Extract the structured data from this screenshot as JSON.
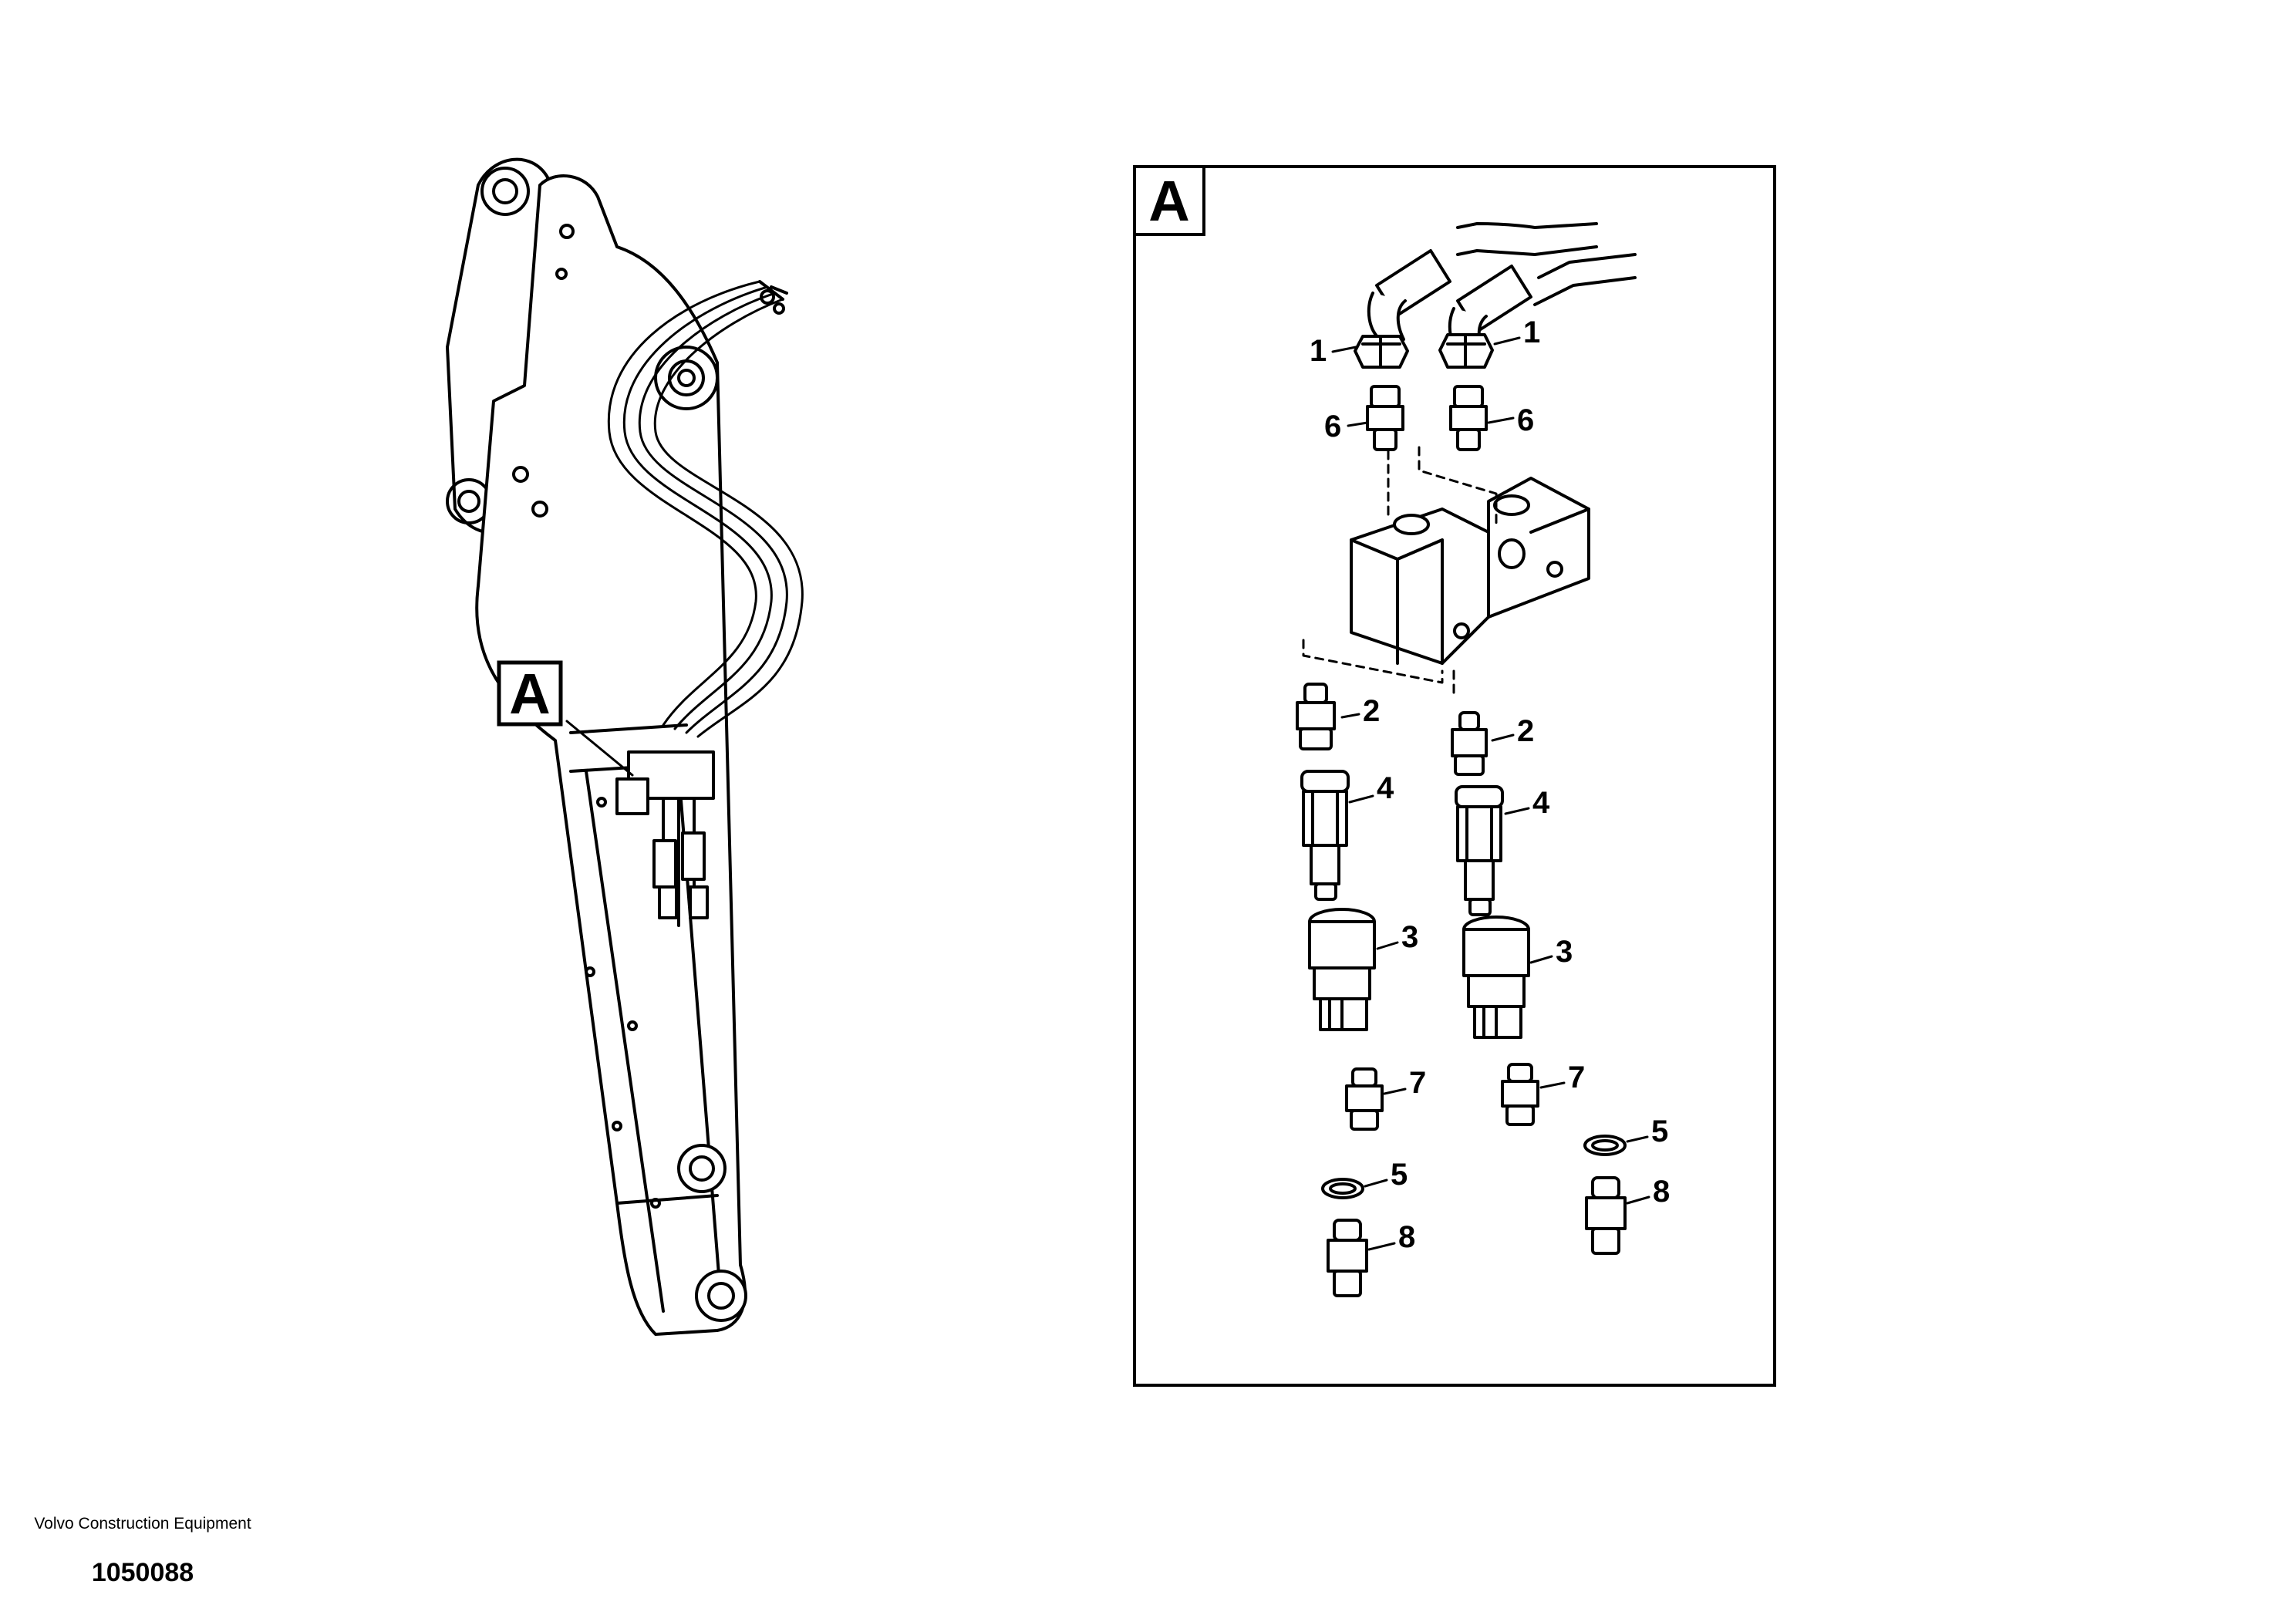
{
  "overview": {
    "callout_letter": "A"
  },
  "detail": {
    "frame_letter": "A"
  },
  "parts": [
    {
      "id": "p1a",
      "number": "1"
    },
    {
      "id": "p1b",
      "number": "1"
    },
    {
      "id": "p6a",
      "number": "6"
    },
    {
      "id": "p6b",
      "number": "6"
    },
    {
      "id": "p2a",
      "number": "2"
    },
    {
      "id": "p2b",
      "number": "2"
    },
    {
      "id": "p4a",
      "number": "4"
    },
    {
      "id": "p4b",
      "number": "4"
    },
    {
      "id": "p3a",
      "number": "3"
    },
    {
      "id": "p3b",
      "number": "3"
    },
    {
      "id": "p7a",
      "number": "7"
    },
    {
      "id": "p7b",
      "number": "7"
    },
    {
      "id": "p5a",
      "number": "5"
    },
    {
      "id": "p5b",
      "number": "5"
    },
    {
      "id": "p8a",
      "number": "8"
    },
    {
      "id": "p8b",
      "number": "8"
    }
  ],
  "footer": {
    "manufacturer": "Volvo Construction Equipment",
    "document_number": "1050088"
  }
}
